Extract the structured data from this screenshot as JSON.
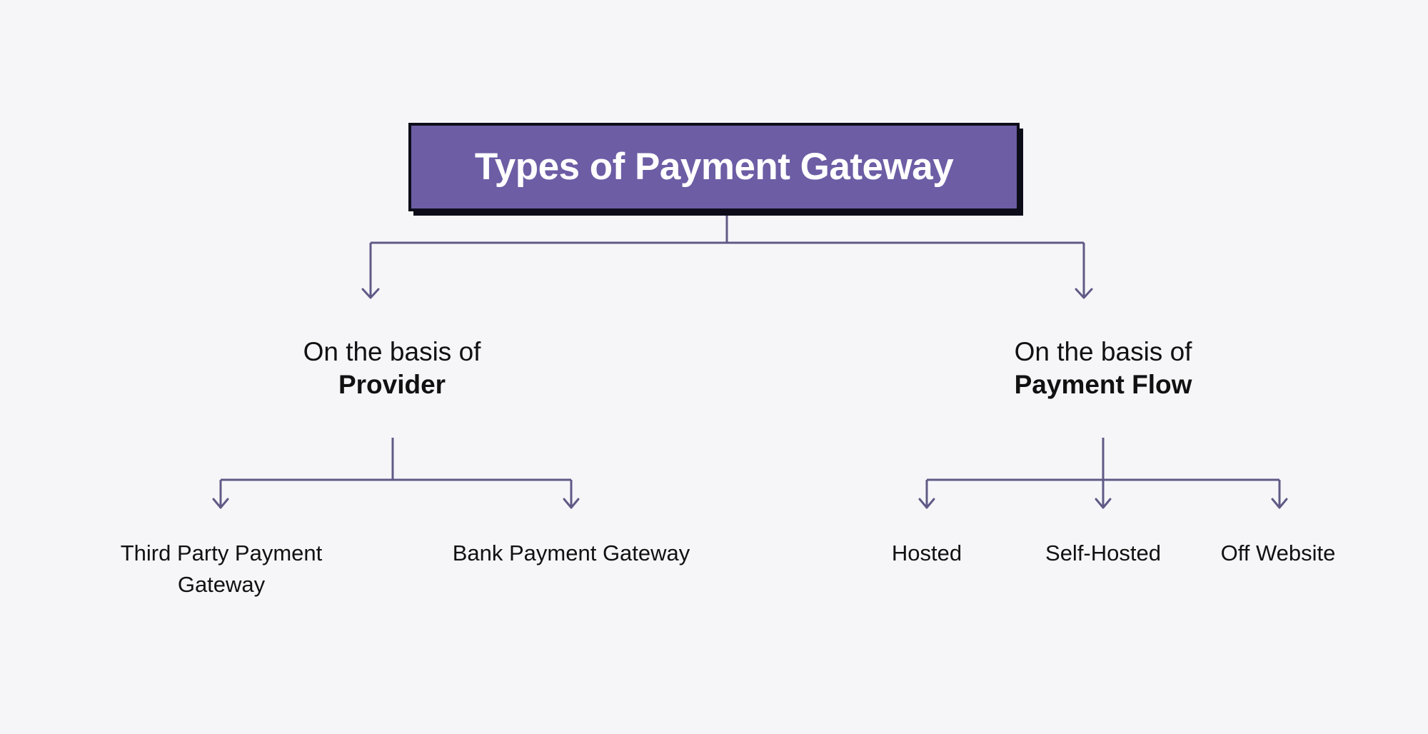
{
  "diagram": {
    "title": "Types of Payment Gateway",
    "background_color": "#f6f6f9",
    "node_fill_color": "#6d5da5",
    "node_border_color": "#0d0d1a",
    "node_text_color": "#ffffff",
    "connector_color": "#605a86",
    "text_color": "#111111",
    "root": {
      "label": "Types of Payment Gateway"
    },
    "branches": [
      {
        "id": "provider",
        "line_1": "On the basis of",
        "line_2": "Provider",
        "children": [
          {
            "id": "third-party-payment-gateway",
            "label": "Third Party Payment Gateway"
          },
          {
            "id": "bank-payment-gateway",
            "label": "Bank Payment Gateway"
          }
        ]
      },
      {
        "id": "payment-flow",
        "line_1": "On the basis of",
        "line_2": "Payment Flow",
        "children": [
          {
            "id": "hosted",
            "label": "Hosted"
          },
          {
            "id": "self-hosted",
            "label": "Self-Hosted"
          },
          {
            "id": "off-website",
            "label": "Off Website"
          }
        ]
      }
    ]
  }
}
